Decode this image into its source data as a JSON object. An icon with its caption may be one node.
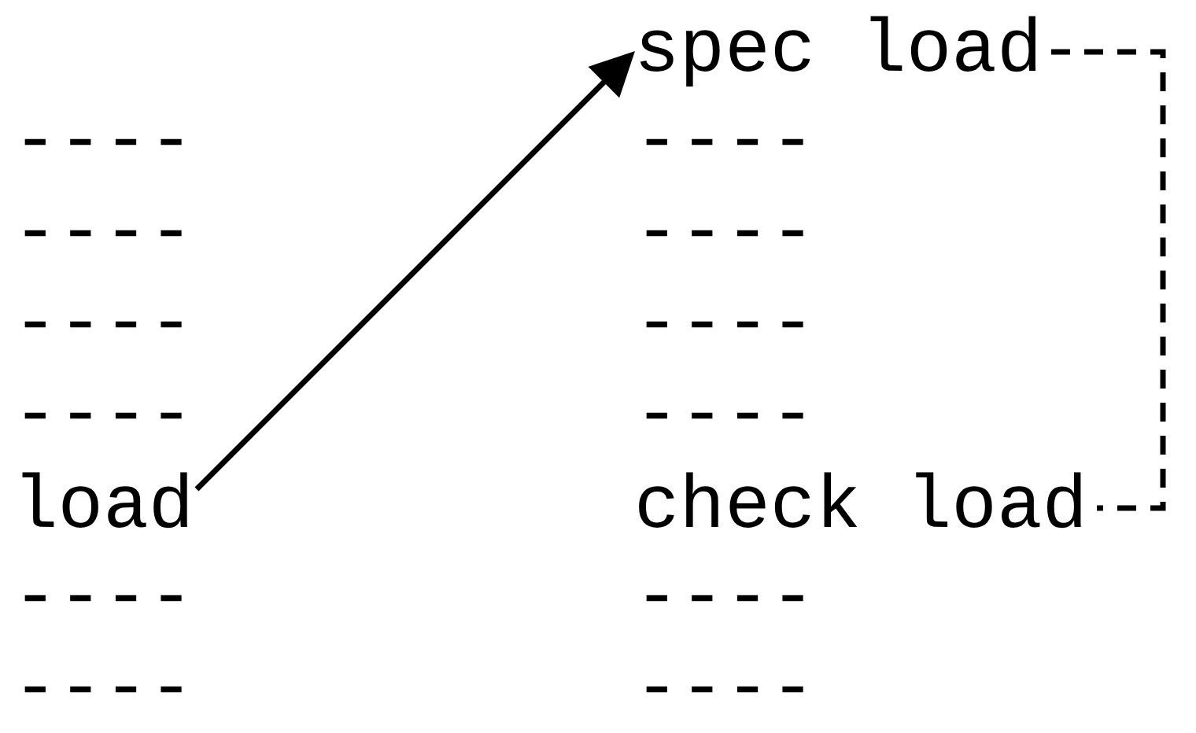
{
  "diagram": {
    "nodes": [
      {
        "text": [
          "spec load"
        ]
      },
      {
        "text": [
          "load"
        ]
      },
      {
        "text": [
          "check load"
        ]
      }
    ],
    "edges": [
      {
        "from": 1,
        "to": 0,
        "arrow": "to"
      },
      {
        "from": 0,
        "to": 2,
        "arrow": "none",
        "style": "dashed"
      }
    ],
    "labels": [
      "----",
      "----",
      "----",
      "----",
      "----",
      "----",
      "----",
      "----",
      "----",
      "----",
      "----",
      "----"
    ]
  }
}
